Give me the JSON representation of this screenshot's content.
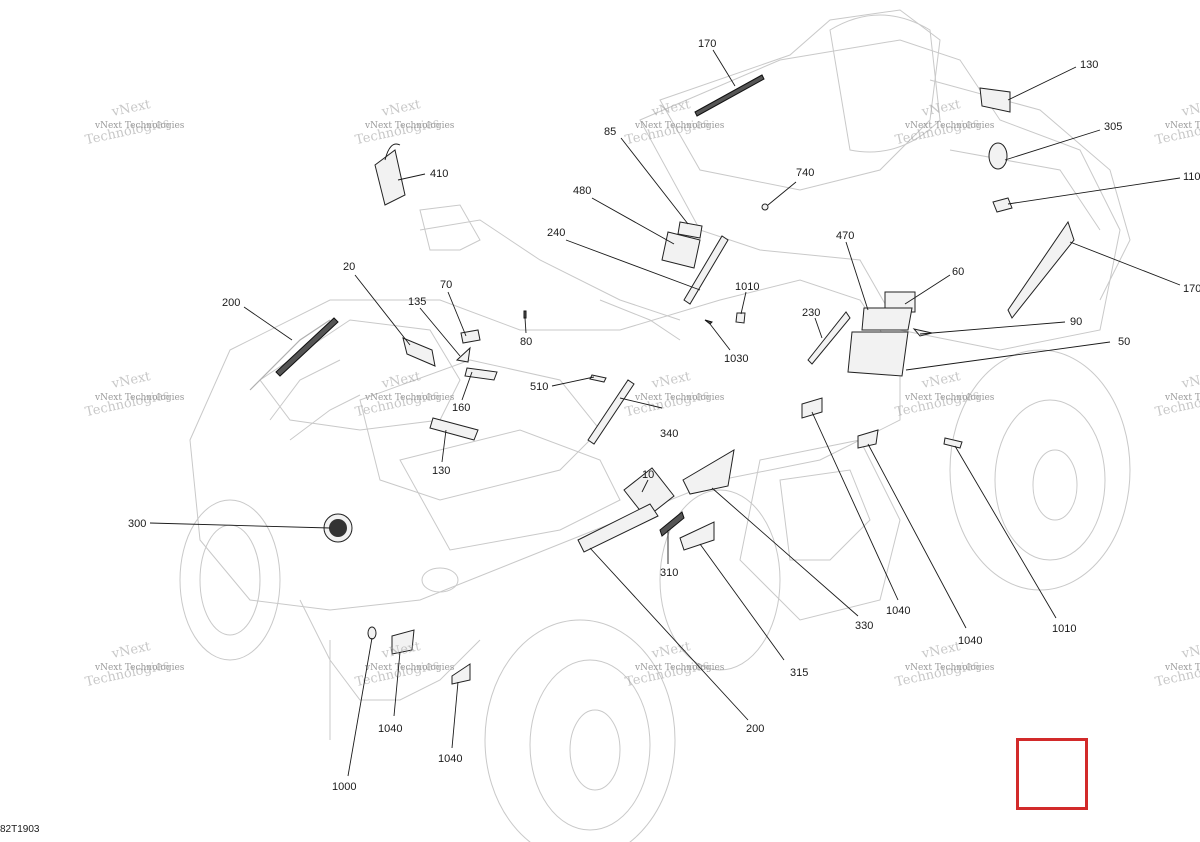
{
  "colors": {
    "marker_box": "#d22a2a",
    "linework": "#1a1a1a",
    "outline": "#c9c9c9",
    "watermark": "#9a9a9a"
  },
  "drawing_code": "82T1903",
  "watermark": {
    "line1": "vNext Technologies",
    "line2": "Technologies",
    "line3": "vNext"
  },
  "callouts": [
    {
      "id": "c170a",
      "label": "170"
    },
    {
      "id": "c130a",
      "label": "130"
    },
    {
      "id": "c305",
      "label": "305"
    },
    {
      "id": "c110",
      "label": "110"
    },
    {
      "id": "c170b",
      "label": "170"
    },
    {
      "id": "c410",
      "label": "410"
    },
    {
      "id": "c85",
      "label": "85"
    },
    {
      "id": "c740",
      "label": "740"
    },
    {
      "id": "c480",
      "label": "480"
    },
    {
      "id": "c240",
      "label": "240"
    },
    {
      "id": "c1010a",
      "label": "1010"
    },
    {
      "id": "c470",
      "label": "470"
    },
    {
      "id": "c60",
      "label": "60"
    },
    {
      "id": "c20",
      "label": "20"
    },
    {
      "id": "c200a",
      "label": "200"
    },
    {
      "id": "c70",
      "label": "70"
    },
    {
      "id": "c135",
      "label": "135"
    },
    {
      "id": "c230",
      "label": "230"
    },
    {
      "id": "c90",
      "label": "90"
    },
    {
      "id": "c80",
      "label": "80"
    },
    {
      "id": "c1030",
      "label": "1030"
    },
    {
      "id": "c50",
      "label": "50"
    },
    {
      "id": "c510",
      "label": "510"
    },
    {
      "id": "c160",
      "label": "160"
    },
    {
      "id": "c340",
      "label": "340"
    },
    {
      "id": "c130b",
      "label": "130"
    },
    {
      "id": "c10",
      "label": "10"
    },
    {
      "id": "c300",
      "label": "300"
    },
    {
      "id": "c310",
      "label": "310"
    },
    {
      "id": "c1040a",
      "label": "1040"
    },
    {
      "id": "c330",
      "label": "330"
    },
    {
      "id": "c1040b",
      "label": "1040"
    },
    {
      "id": "c1010b",
      "label": "1010"
    },
    {
      "id": "c315",
      "label": "315"
    },
    {
      "id": "c200b",
      "label": "200"
    },
    {
      "id": "c1040c",
      "label": "1040"
    },
    {
      "id": "c1040d",
      "label": "1040"
    },
    {
      "id": "c1000",
      "label": "1000"
    }
  ]
}
